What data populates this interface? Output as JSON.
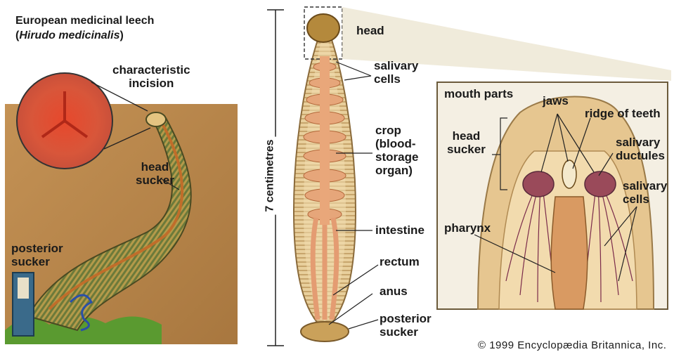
{
  "title": "European medicinal leech",
  "scientific": {
    "open": "(",
    "name": "Hirudo medicinalis",
    "close": ")"
  },
  "labels": {
    "characteristic_incision": "characteristic\nincision",
    "head_sucker_left": "head\nsucker",
    "posterior_sucker_left": "posterior\nsucker",
    "length": "7 centimetres",
    "head": "head",
    "salivary_cells": "salivary\ncells",
    "crop": "crop\n(blood-\nstorage\norgan)",
    "intestine": "intestine",
    "rectum": "rectum",
    "anus": "anus",
    "posterior_sucker": "posterior\nsucker",
    "mouth_parts": "mouth parts",
    "jaws": "jaws",
    "ridge_of_teeth": "ridge of teeth",
    "head_sucker_inset": "head\nsucker",
    "salivary_ductules": "salivary\nductules",
    "salivary_cells_inset": "salivary\ncells",
    "pharynx": "pharynx"
  },
  "copyright": "© 1999 Encyclopædia Britannica, Inc.",
  "colors": {
    "background_panel": "#b5844c",
    "leech_body": "#e2c68e",
    "inset_border": "#6b5a3a",
    "pointer_line": "#222222"
  }
}
